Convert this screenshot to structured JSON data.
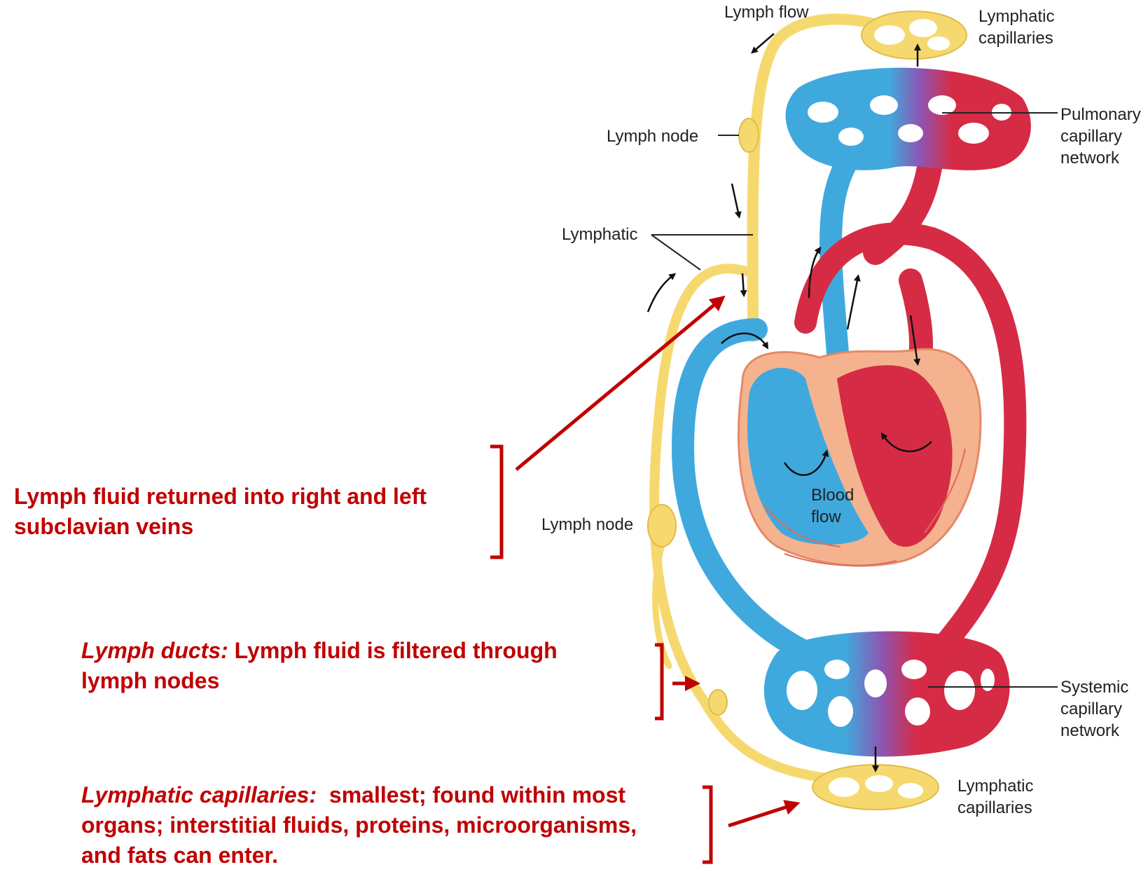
{
  "labels": {
    "lymph_flow": "Lymph flow",
    "lymphatic_capillaries_top": [
      "Lymphatic",
      "capillaries"
    ],
    "pulmonary_network": [
      "Pulmonary",
      "capillary",
      "network"
    ],
    "lymph_node_top": "Lymph node",
    "lymphatic": "Lymphatic",
    "blood_flow": [
      "Blood",
      "flow"
    ],
    "lymph_node_bottom": "Lymph node",
    "systemic_network": [
      "Systemic",
      "capillary",
      "network"
    ],
    "lymphatic_capillaries_bottom": [
      "Lymphatic",
      "capillaries"
    ]
  },
  "annotations": {
    "subclavian": {
      "line1": "Lymph fluid returned into right and left",
      "line2": "subclavian veins"
    },
    "ducts": {
      "term": "Lymph ducts:",
      "line1_rest": " Lymph fluid is filtered through",
      "line2": "lymph nodes"
    },
    "capillaries": {
      "term": "Lymphatic capillaries:",
      "line1_rest": "  smallest; found within most",
      "line2": "organs; interstitial fluids, proteins, microorganisms,",
      "line3": "and fats can enter."
    }
  },
  "colors": {
    "annotation": "#c00000",
    "lymph": "#f6d96e",
    "vein": "#3fa9de",
    "artery": "#d62b45",
    "capillary_mix": "#8e55b2",
    "heart_tissue": "#f4b38e"
  }
}
